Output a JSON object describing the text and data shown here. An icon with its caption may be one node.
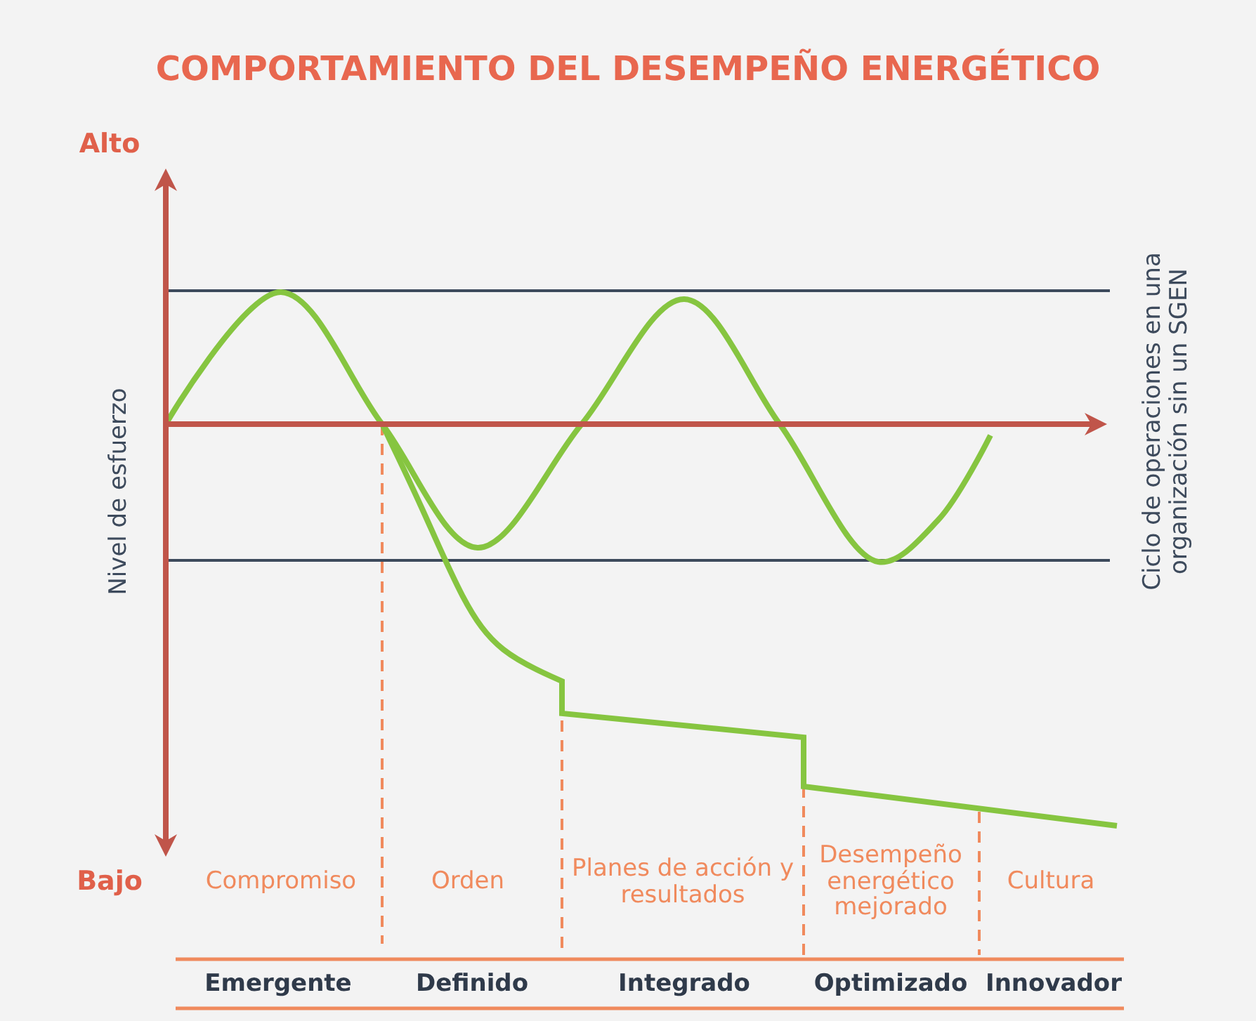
{
  "diagram": {
    "title": "COMPORTAMIENTO DEL DESEMPEÑO ENERGÉTICO",
    "labels": [
      "Alto",
      "Nivel de esfuerzo",
      "Ciclo de operaciones en una organización sin un SGEN",
      "Bajo",
      "Compromiso",
      "Orden",
      "Planes de acción y resultados",
      "Desempeño energético mejorado",
      "Cultura",
      "Emergente",
      "Definido",
      "Integrado",
      "Optimizado",
      "Innovador"
    ]
  }
}
